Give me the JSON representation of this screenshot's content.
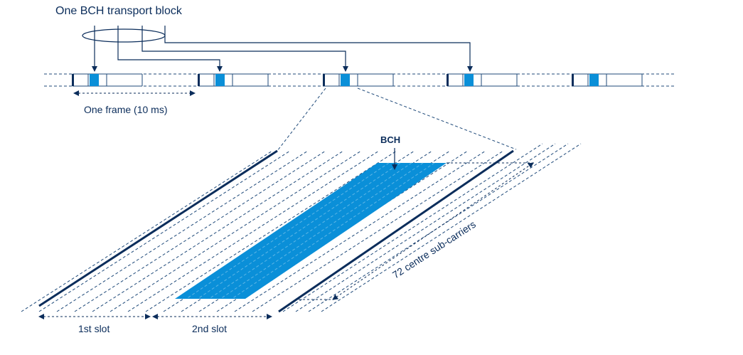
{
  "labels": {
    "transport_block": "One BCH transport block",
    "one_frame": "One frame (10 ms)",
    "bch": "BCH",
    "sub_carriers": "72 centre sub-carriers",
    "first_slot": "1st slot",
    "second_slot": "2nd slot"
  },
  "colors": {
    "dark": "#0b2d5b",
    "blue": "#0a8fd8",
    "line": "#1f4a7a"
  }
}
